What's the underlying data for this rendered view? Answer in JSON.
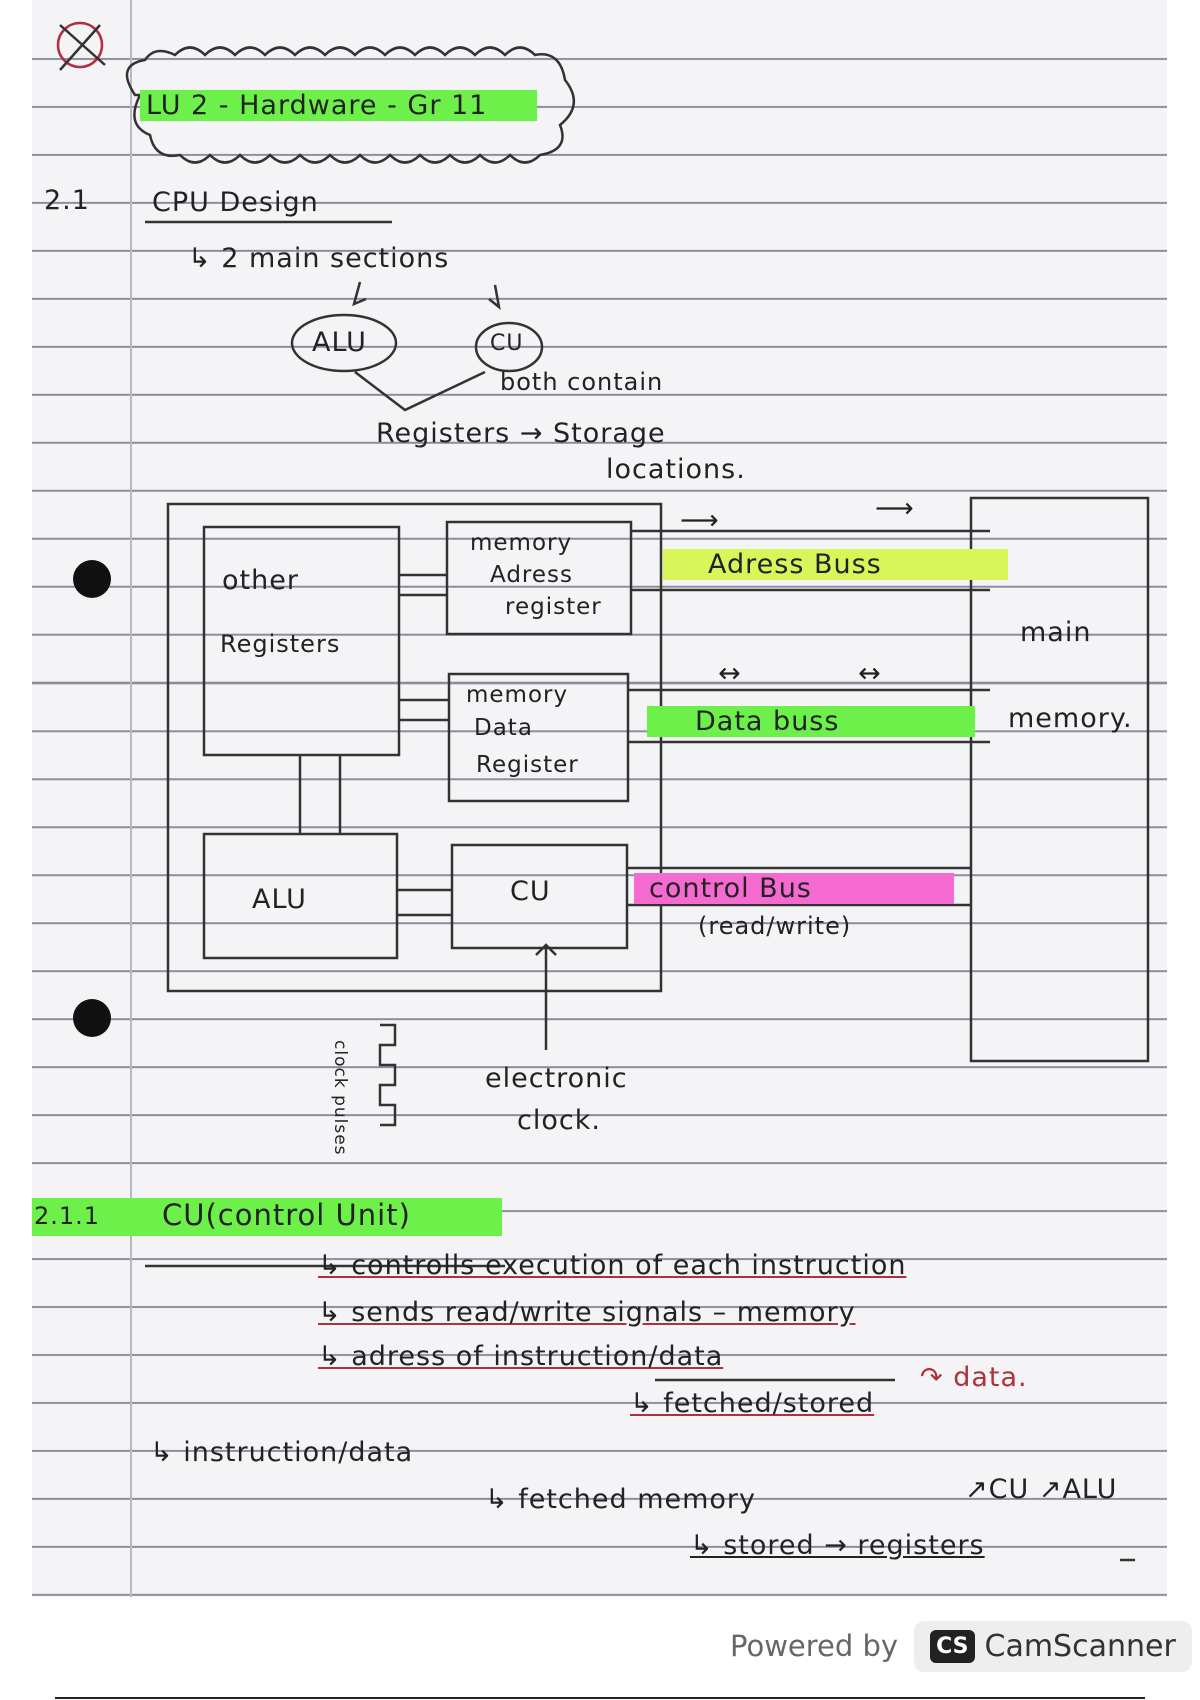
{
  "title": "LU 2 - Hardware - Gr 11",
  "section_2_1": {
    "number": "2.1",
    "heading": "CPU Design",
    "sub": "↳ 2 main sections",
    "alu": "ALU",
    "cu": "CU",
    "both_contain": "both contain",
    "registers": "Registers → Storage",
    "locations": "locations."
  },
  "diagram": {
    "other_registers_1": "other",
    "other_registers_2": "Registers",
    "mar": [
      "memory",
      "Adress",
      "register"
    ],
    "mdr": [
      "memory",
      "Data",
      "Register"
    ],
    "alu": "ALU",
    "cu": "CU",
    "address_bus": "Adress Buss",
    "data_bus": "Data buss",
    "control_bus": "control Bus",
    "read_write": "(read/write)",
    "main_memory_1": "main",
    "main_memory_2": "memory.",
    "clock_pulses": "clock pulses",
    "electronic_clock_1": "electronic",
    "electronic_clock_2": "clock.",
    "arrow_right": "⟶",
    "arrow_both": "↔"
  },
  "section_2_1_1": {
    "number": "2.1.1",
    "heading": "CU(control Unit)",
    "items": [
      "↳ controlls execution of each instruction",
      "↳ sends read/write signals – memory",
      "↳ adress of instruction/data"
    ],
    "fetched_stored": "↳ fetched/stored",
    "data_note": "↷ data.",
    "instruction_data": "↳ instruction/data",
    "fetched_memory": "↳ fetched memory",
    "cu_alu": "↗CU ↗ALU",
    "stored_registers": "↳ stored → registers"
  },
  "footer": {
    "powered_by": "Powered by",
    "logo": "CS",
    "brand": "CamScanner"
  },
  "colors": {
    "green": "#6ef04a",
    "yellow": "#d8f55a",
    "pink": "#f56ad0"
  }
}
